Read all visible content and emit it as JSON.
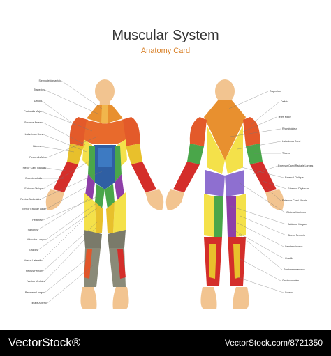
{
  "title": "Muscular System",
  "subtitle": "Anatomy Card",
  "labels_front": [
    "Sternocleidomastoid",
    "Trapezius",
    "Deltoid",
    "Pectoralis Major",
    "Serratus Anterior",
    "Latissimus Dorsi",
    "Biceps",
    "Pectoralis Minor",
    "Flexor Carpi Radialis",
    "Brachioradialis",
    "External Oblique",
    "Rectus Abdominis",
    "Tensor Fasciae Latae",
    "Pectineus",
    "Sartorius",
    "Adductor Longus",
    "Gracilis",
    "Vastus Lateralis",
    "Rectus Femoris",
    "Vastus Medialis",
    "Peroneus Longus",
    "Tibialis Anterior"
  ],
  "labels_back": [
    "Trapezius",
    "Deltoid",
    "Teres Major",
    "Rhomboideus",
    "Latissimus Dorsi",
    "Triceps",
    "Extensor Carpi Radialis Longus",
    "External Oblique",
    "Extensor Digitorum",
    "Extensor Carpi Ulnaris",
    "Gluteus Maximus",
    "Adductor Magnus",
    "Biceps Femoris",
    "Semitendinosus",
    "Gracilis",
    "Semimembranosus",
    "Gastrocnemius",
    "Soleus"
  ],
  "watermark_left": "VectorStock®",
  "watermark_right": "VectorStock.com/8721350"
}
